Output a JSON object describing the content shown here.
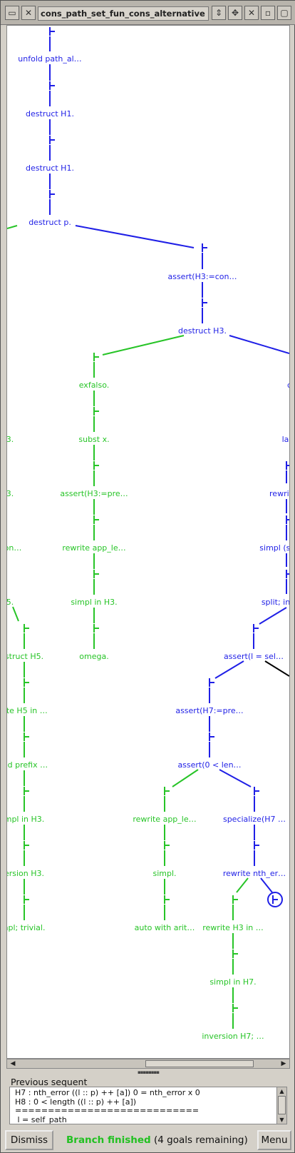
{
  "window": {
    "title": "cons_path_set_fun_cons_alternative proof tree"
  },
  "colors": {
    "blue": "#1f1fe6",
    "green": "#27c427",
    "black": "#000000",
    "status_green": "#21c021"
  },
  "tree": {
    "labels": [
      "unfold path_al…",
      "destruct H1.",
      "destruct H1.",
      "destruct p.",
      "assert(H3:=con…",
      "destruct H3.",
      "exfalso.",
      "c",
      "3.",
      "subst x.",
      "lap",
      "3.",
      "assert(H3:=pre…",
      "rewrite s",
      "on…",
      "rewrite app_le…",
      "simpl (sk",
      "5.",
      "simpl in H3.",
      "split; in",
      "struct H5.",
      "omega.",
      "assert(l = sel…",
      "rite H5 in …",
      "assert(H7:=pre…",
      "old prefix …",
      "assert(0 < len…",
      "mpl in H3.",
      "rewrite app_le…",
      "specialize(H7 …",
      "ersion H3.",
      "simpl.",
      "rewrite nth_er…",
      "npl; trivial.",
      "auto with arit…",
      "rewrite H3 in …",
      "simpl in H7.",
      "inversion H7; …"
    ]
  },
  "sequent": {
    "label": "Previous sequent",
    "lines": [
      "H7 : nth_error ((l :: p) ++ [a]) 0 = nth_error x 0",
      "H8 : 0 < length ((l :: p) ++ [a])",
      "============================",
      " l = self_path"
    ]
  },
  "bottom": {
    "dismiss_label": "Dismiss",
    "status_finished": "Branch finished",
    "status_rest": " (4 goals remaining)",
    "menu_label": "Menu"
  }
}
